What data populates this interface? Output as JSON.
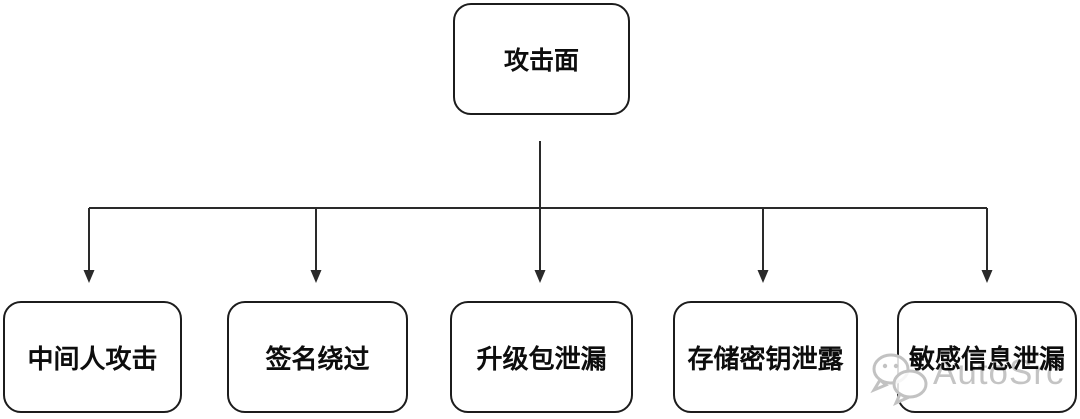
{
  "diagram": {
    "type": "tree",
    "root": {
      "label": "攻击面"
    },
    "children": [
      {
        "label": "中间人攻击"
      },
      {
        "label": "签名绕过"
      },
      {
        "label": "升级包泄漏"
      },
      {
        "label": "存储密钥泄露"
      },
      {
        "label": "敏感信息泄漏"
      }
    ]
  },
  "watermark": {
    "text": "AutoSrc",
    "icon": "chat-bubbles-icon"
  },
  "colors": {
    "background": "#ffffff",
    "node_border": "#1c1c1c",
    "node_text": "#0d0d0d",
    "connector_line": "#2a2a2a",
    "watermark_gray": "#c4c4c4"
  }
}
